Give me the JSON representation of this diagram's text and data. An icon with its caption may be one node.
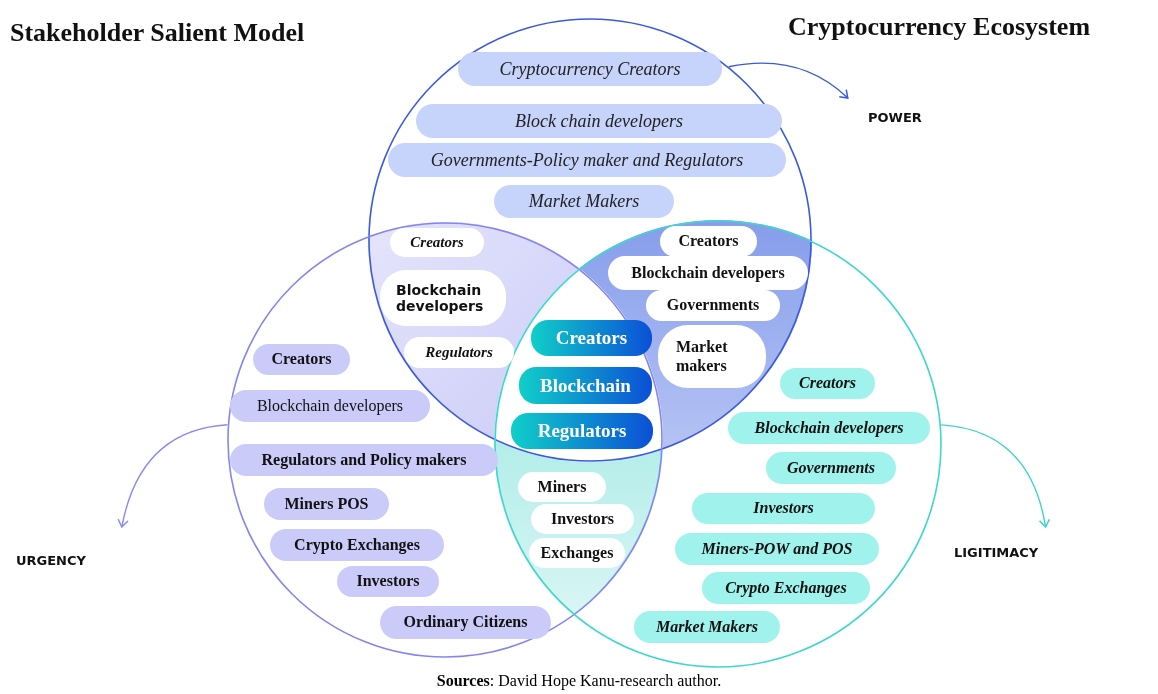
{
  "diagram": {
    "title": "Stakeholder Salient Model",
    "caption": "**Sources**: David Hope Kanu-research author.",
    "nodes": [
      {
        "text": [],
        "shape": "circle"
      },
      {
        "text": [
          "Cryptocurrency Creators"
        ],
        "in": 0
      },
      {
        "text": [
          "Block chain developers"
        ],
        "in": 0
      },
      {
        "text": [
          "Governments-Policy maker and Regulators"
        ],
        "in": 0
      },
      {
        "text": [
          "Market Makers"
        ],
        "in": 0
      },
      {
        "text": [],
        "shape": "circle"
      },
      {
        "text": [],
        "shape": "circle"
      },
      {
        "text": [
          "Creators"
        ]
      },
      {
        "text": [
          "Blockchain developers"
        ]
      },
      {
        "text": [
          "Regulators"
        ]
      },
      {
        "text": [
          "Creators"
        ]
      },
      {
        "text": [
          "Blockchain developers"
        ]
      },
      {
        "text": [
          "Governments"
        ]
      },
      {
        "text": [
          "Market makers"
        ]
      },
      {
        "text": [
          "Creators"
        ]
      },
      {
        "text": [
          "Blockchain"
        ]
      },
      {
        "text": [
          "Regulators"
        ]
      },
      {
        "text": [
          "Creators"
        ],
        "in": 5
      },
      {
        "text": [
          "Blockchain developers"
        ],
        "in": 5
      },
      {
        "text": [
          "Regulators and Policy makers"
        ],
        "in": 5
      },
      {
        "text": [
          "Miners POS"
        ],
        "in": 5
      },
      {
        "text": [
          "Crypto Exchanges"
        ],
        "in": 5
      },
      {
        "text": [
          "Investors"
        ],
        "in": 5
      },
      {
        "text": [
          "Ordinary Citizens"
        ],
        "in": 5
      },
      {
        "text": [
          "Miners"
        ]
      },
      {
        "text": [
          "Investors"
        ]
      },
      {
        "text": [
          "Exchanges"
        ]
      },
      {
        "text": [
          "Creators"
        ],
        "in": 6
      },
      {
        "text": [
          "Blockchain developers"
        ],
        "in": 6
      },
      {
        "text": [
          "Governments"
        ],
        "in": 6
      },
      {
        "text": [
          "Investors"
        ],
        "in": 6
      },
      {
        "text": [
          "Miners-POW and POS"
        ],
        "in": 6
      },
      {
        "text": [
          "Crypto Exchanges"
        ],
        "in": 6
      },
      {
        "text": [
          "Market Makers"
        ],
        "in": 6
      },
      {
        "text": [
          "POWER"
        ]
      },
      {
        "text": [
          "URGENCY"
        ]
      },
      {
        "text": [
          "LIGITIMACY"
        ]
      }
    ],
    "edges": [
      {
        "from": 0,
        "to": 34,
        "arrow": "to",
        "color": "#3a5bd9"
      },
      {
        "from": 5,
        "to": 35,
        "arrow": "to",
        "color": "#8a8af2"
      },
      {
        "from": 6,
        "to": 36,
        "arrow": "to",
        "color": "#3fd3cc"
      }
    ],
    "labels": [
      "Cryptocurrency Ecosystem"
    ]
  }
}
